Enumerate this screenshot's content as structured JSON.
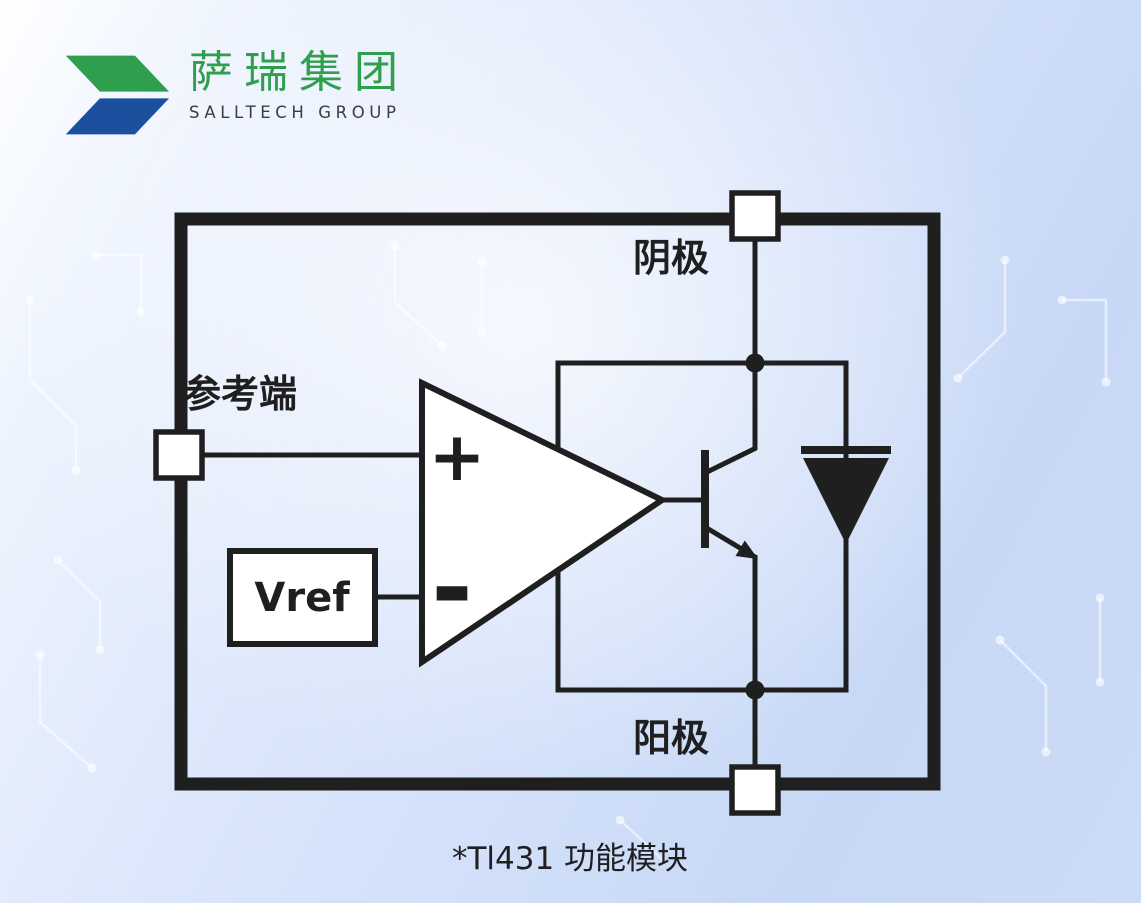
{
  "colors": {
    "line": "#1f1f1f",
    "logo-green": "#2f9e4d",
    "logo-blue": "#1c4f9e",
    "bg-top": "#ffffff",
    "bg-bottom": "#c7d8f6"
  },
  "logo": {
    "company_cn": "萨瑞集团",
    "company_en": "SALLTECH GROUP"
  },
  "diagram": {
    "labels": {
      "cathode": "阴极",
      "anode": "阳极",
      "reference": "参考端",
      "vref": "Vref",
      "opamp_plus": "+",
      "opamp_minus": "-"
    },
    "caption": "*Tl431 功能模块"
  }
}
